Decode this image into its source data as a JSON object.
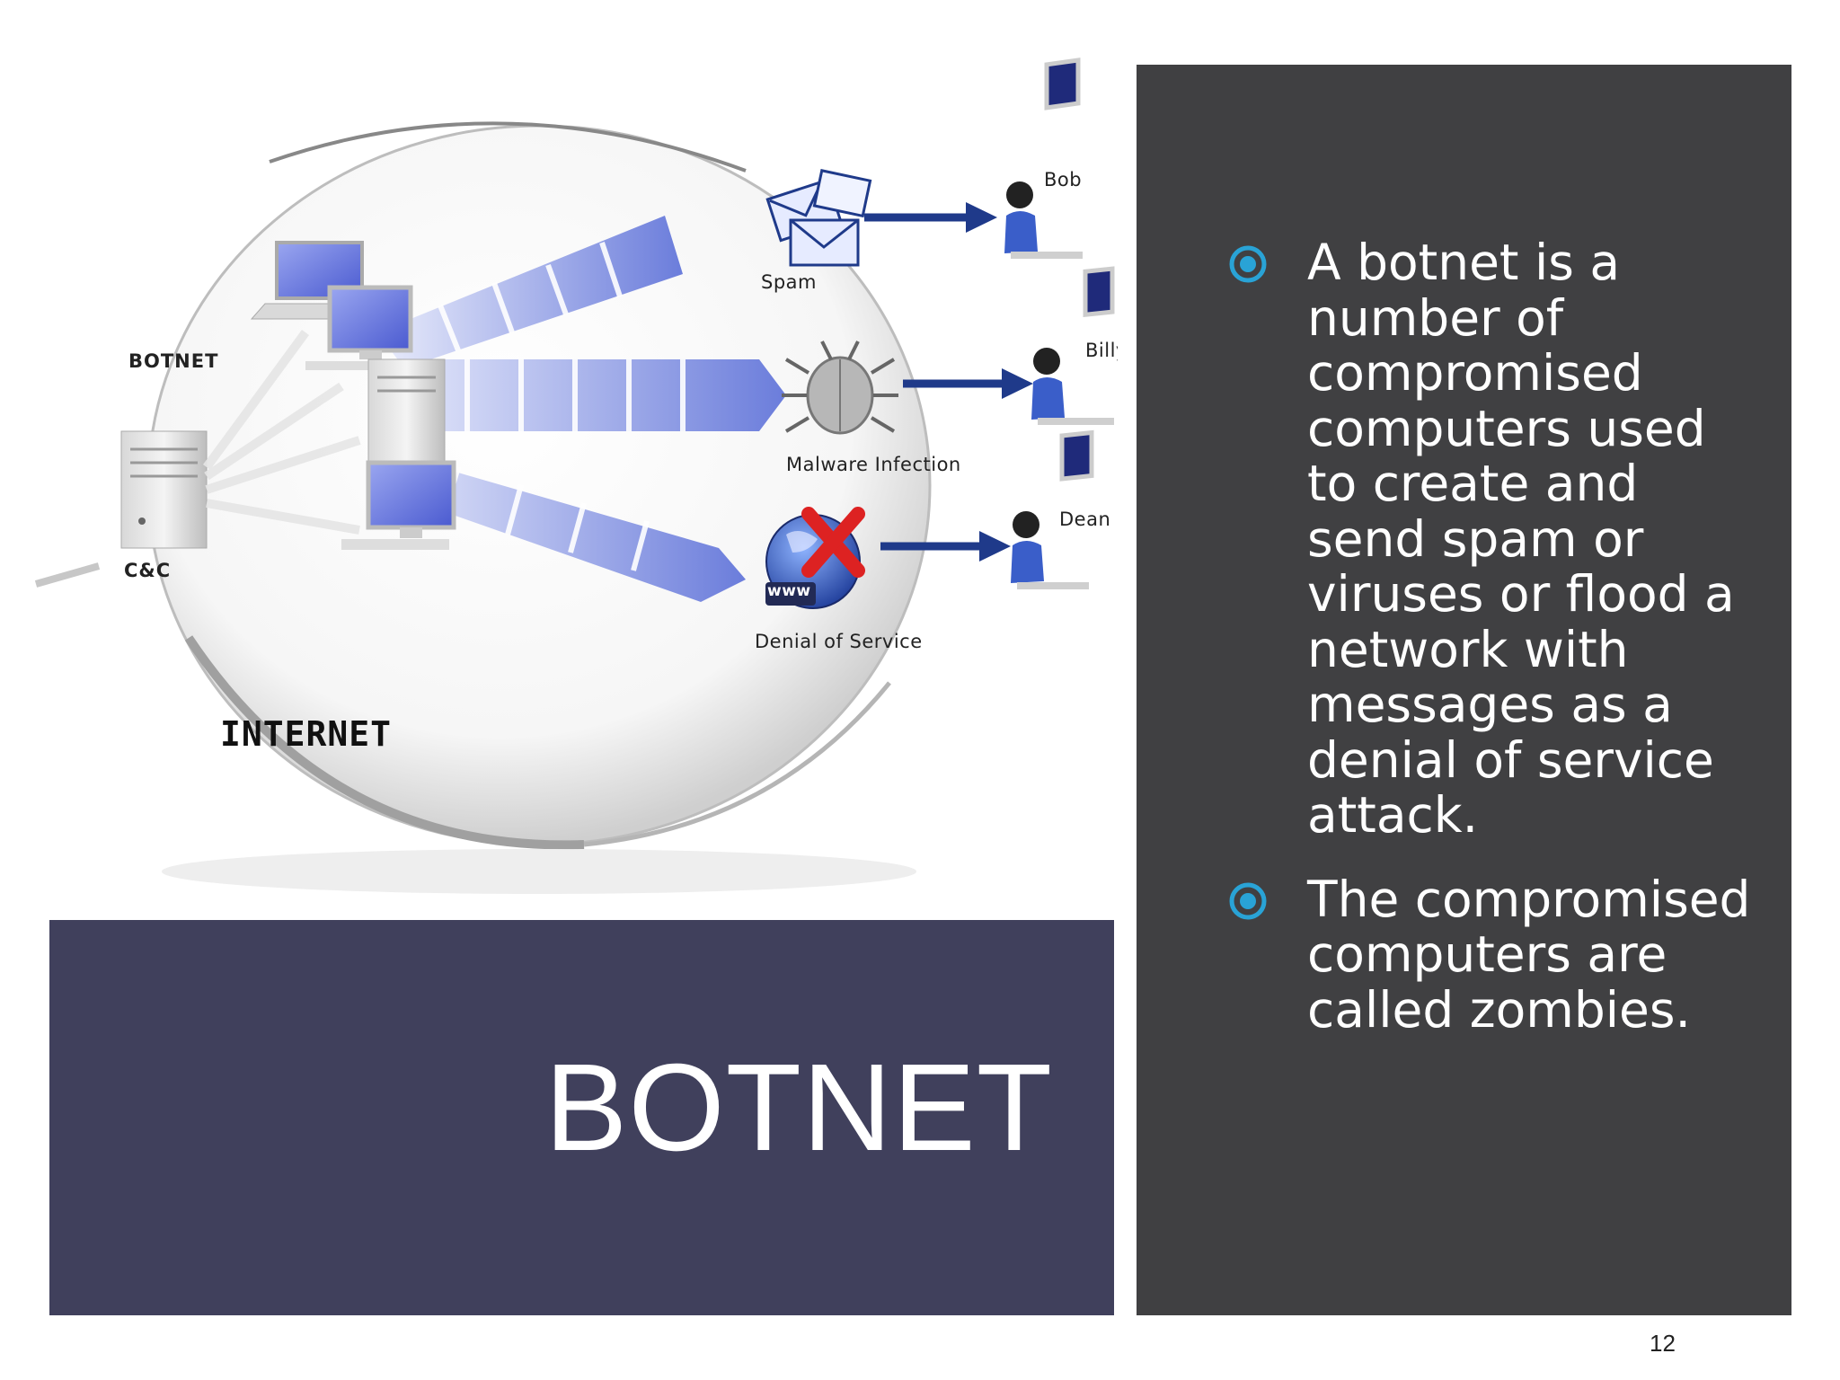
{
  "slide": {
    "title": "BOTNET",
    "page_number": "12"
  },
  "diagram": {
    "labels": {
      "botnet": "BOTNET",
      "cc": "C&C",
      "internet": "INTERNET",
      "spam": "Spam",
      "malware": "Malware Infection",
      "dos": "Denial of Service",
      "bob": "Bob",
      "billy": "Billy",
      "dean": "Dean",
      "www": "www"
    }
  },
  "content": {
    "bullets": [
      "A botnet is a number of compromised computers used to create and send spam or viruses or flood a network with messages as a denial of service attack.",
      "The compromised computers are called zombies."
    ]
  },
  "colors": {
    "title_background": "#40405c",
    "panel_background": "#404042",
    "bullet_accent": "#29a3d6",
    "arrow_blue": "#1f3a8a",
    "beam_blue": "#5b6fd8",
    "dos_red": "#dd2222"
  }
}
